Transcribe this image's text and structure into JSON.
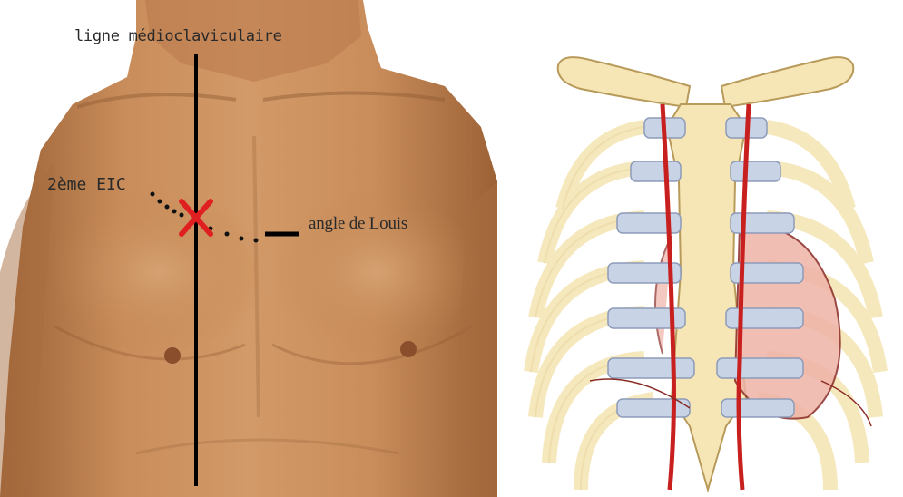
{
  "labels": {
    "midclavicular_line": "ligne médioclaviculaire",
    "second_ics": "2ème EIC",
    "angle_of_louis": "angle de Louis"
  },
  "colors": {
    "skin": "#c98d5b",
    "skin_shadow": "#a86d40",
    "marker": "#e02020",
    "bone": "#f6e6b6",
    "bone_outline": "#b89a5a",
    "cartilage": "#c9d3e6",
    "artery": "#c8201e",
    "heart": "#efb3a8"
  }
}
